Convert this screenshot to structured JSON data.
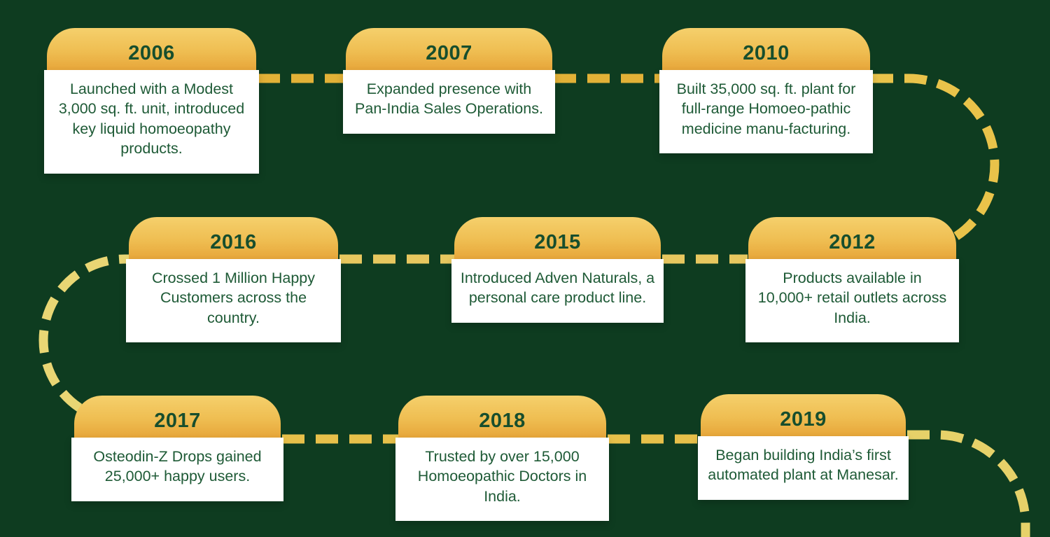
{
  "title": "Company milestones timeline",
  "colors": {
    "background": "#0E3C20",
    "card_body_bg": "#FFFFFF",
    "header_gradient_top": "#F5D06C",
    "header_gradient_mid": "#EFBE52",
    "header_gradient_bottom": "#E7A63A",
    "year_text": "#174E2D",
    "body_text": "#1E5A36",
    "dash_row1": "#E2B137",
    "dash_row2": "#E7C75F",
    "dash_row3": "#E7C04A",
    "curve_right": "#E9C34A",
    "curve_left": "#E9D674",
    "curve_bottom_right": "#E6D169"
  },
  "cards": [
    {
      "year": "2006",
      "description": "Launched with a Modest 3,000 sq. ft. unit, introduced key liquid homoeopathy products."
    },
    {
      "year": "2007",
      "description": "Expanded presence with Pan-India Sales Operations."
    },
    {
      "year": "2010",
      "description": "Built 35,000 sq. ft. plant for full-range Homoeo-pathic medicine manu-facturing."
    },
    {
      "year": "2016",
      "description": "Crossed 1 Million Happy Customers across the country."
    },
    {
      "year": "2015",
      "description": "Introduced Adven Naturals, a personal care product line."
    },
    {
      "year": "2012",
      "description": "Products available in 10,000+ retail outlets across India."
    },
    {
      "year": "2017",
      "description": "Osteodin-Z Drops gained 25,000+ happy users."
    },
    {
      "year": "2018",
      "description": "Trusted by over 15,000 Homoeopathic Doctors in India."
    },
    {
      "year": "2019",
      "description": "Began building India’s first automated plant at Manesar."
    }
  ]
}
